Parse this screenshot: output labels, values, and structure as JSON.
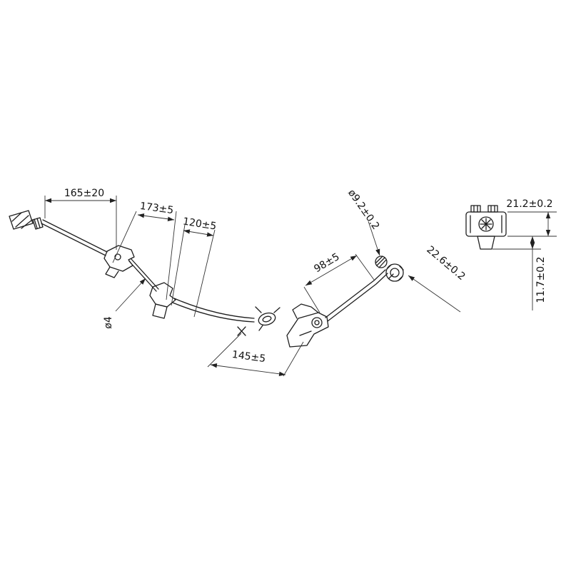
{
  "colors": {
    "line": "#1f1f1f",
    "dimension_line": "#333333",
    "text": "#111111",
    "background": "#ffffff"
  },
  "dimensions": {
    "d165": "165±20",
    "d173": "173±5",
    "d120": "120±5",
    "d4": "ø4",
    "d145": "145±5",
    "d98": "98±5",
    "d9_2": "ø9.2±0.2",
    "d22_6": "22.6±0.2",
    "d21_2": "21.2±0.2",
    "d11_7": "11.7±0.2"
  }
}
